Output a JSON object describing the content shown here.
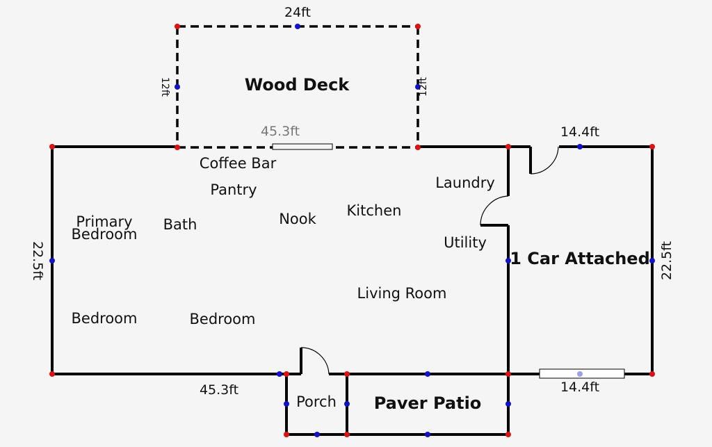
{
  "colors": {
    "background": "#f4f5f4",
    "wall": "#000000",
    "corner_point": "#e01010",
    "mid_point": "#1010d0",
    "faded_label": "#777777"
  },
  "dimensions": {
    "deck_top": "24ft",
    "deck_left": "12ft",
    "deck_right": "12ft",
    "house_top": "45.3ft",
    "house_bottom": "45.3ft",
    "house_left": "22.5ft",
    "garage_top": "14.4ft",
    "garage_bottom": "14.4ft",
    "garage_right": "22.5ft"
  },
  "areas": {
    "wood_deck": "Wood Deck",
    "garage": "1 Car Attached",
    "porch": "Porch",
    "paver_patio": "Paver Patio"
  },
  "rooms": {
    "coffee_bar": "Coffee Bar",
    "pantry": "Pantry",
    "laundry": "Laundry",
    "primary_bedroom_line1": "Primary",
    "primary_bedroom_line2": "Bedroom",
    "bath": "Bath",
    "nook": "Nook",
    "kitchen": "Kitchen",
    "utility": "Utility",
    "living_room": "Living Room",
    "bedroom_1": "Bedroom",
    "bedroom_2": "Bedroom"
  }
}
